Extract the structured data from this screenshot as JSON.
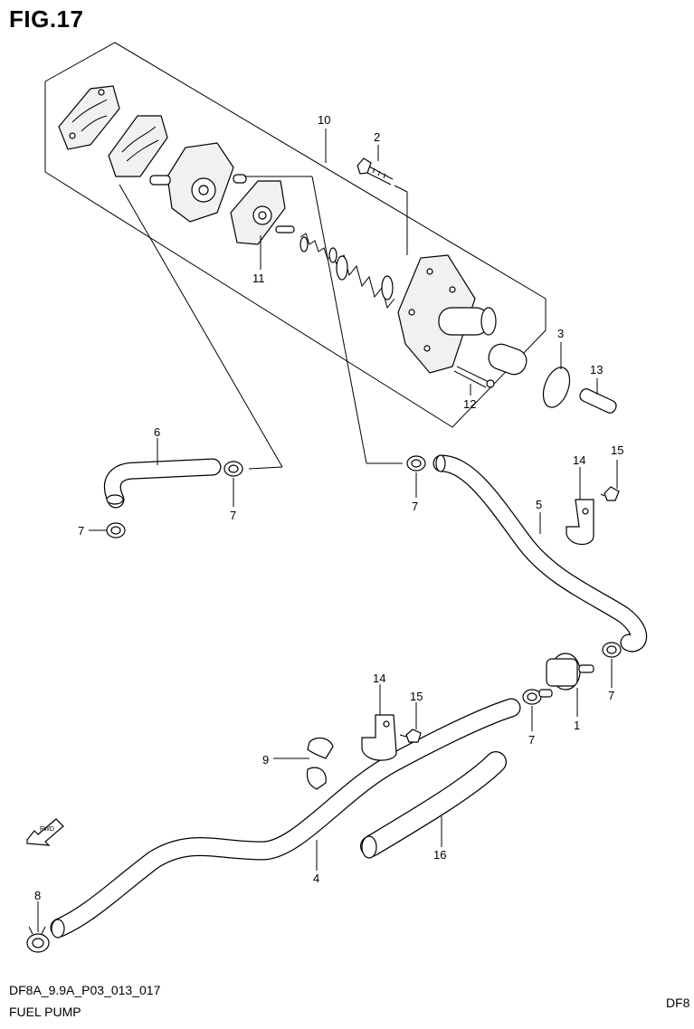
{
  "figure": {
    "title": "FIG.17",
    "code": "DF8A_9.9A_P03_013_017",
    "caption": "FUEL PUMP",
    "corner_code": "DF8"
  },
  "callouts": [
    "10",
    "2",
    "11",
    "3",
    "13",
    "12",
    "6",
    "7",
    "7",
    "14",
    "15",
    "5",
    "7",
    "1",
    "7",
    "14",
    "15",
    "9",
    "4",
    "16",
    "8"
  ],
  "fwd_arrow_label": "FWD"
}
